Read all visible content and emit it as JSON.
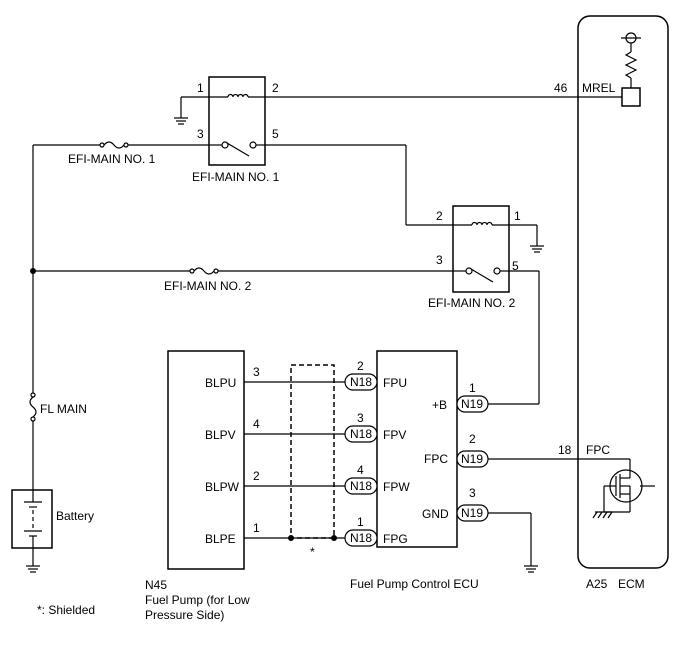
{
  "components": {
    "ecm": {
      "code": "A25",
      "name": "ECM",
      "mrel_pin": "46",
      "mrel_label": "MREL",
      "fpc_pin": "18",
      "fpc_label": "FPC"
    },
    "relay1": {
      "name": "EFI-MAIN NO. 1",
      "pins": [
        "1",
        "2",
        "3",
        "5"
      ]
    },
    "relay2": {
      "name": "EFI-MAIN NO. 2",
      "pins": [
        "2",
        "1",
        "3",
        "5"
      ]
    },
    "fuse1": {
      "name": "EFI-MAIN NO. 1"
    },
    "fuse2": {
      "name": "EFI-MAIN NO. 2"
    },
    "fl_main": {
      "name": "FL MAIN"
    },
    "battery": {
      "name": "Battery"
    },
    "fuel_pump": {
      "code": "N45",
      "name_line1": "Fuel Pump (for Low",
      "name_line2": "Pressure Side)",
      "terminals": [
        {
          "label": "BLPU",
          "pin": "3"
        },
        {
          "label": "BLPV",
          "pin": "4"
        },
        {
          "label": "BLPW",
          "pin": "2"
        },
        {
          "label": "BLPE",
          "pin": "1"
        }
      ]
    },
    "fp_ecu": {
      "name": "Fuel Pump Control ECU",
      "left_terminals": [
        {
          "label": "FPU",
          "pin": "2",
          "connector": "N18"
        },
        {
          "label": "FPV",
          "pin": "3",
          "connector": "N18"
        },
        {
          "label": "FPW",
          "pin": "4",
          "connector": "N18"
        },
        {
          "label": "FPG",
          "pin": "1",
          "connector": "N18"
        }
      ],
      "right_terminals": [
        {
          "label": "+B",
          "pin": "1",
          "connector": "N19"
        },
        {
          "label": "FPC",
          "pin": "2",
          "connector": "N19"
        },
        {
          "label": "GND",
          "pin": "3",
          "connector": "N19"
        }
      ]
    }
  },
  "shield": {
    "marker": "*",
    "legend": "*: Shielded"
  }
}
